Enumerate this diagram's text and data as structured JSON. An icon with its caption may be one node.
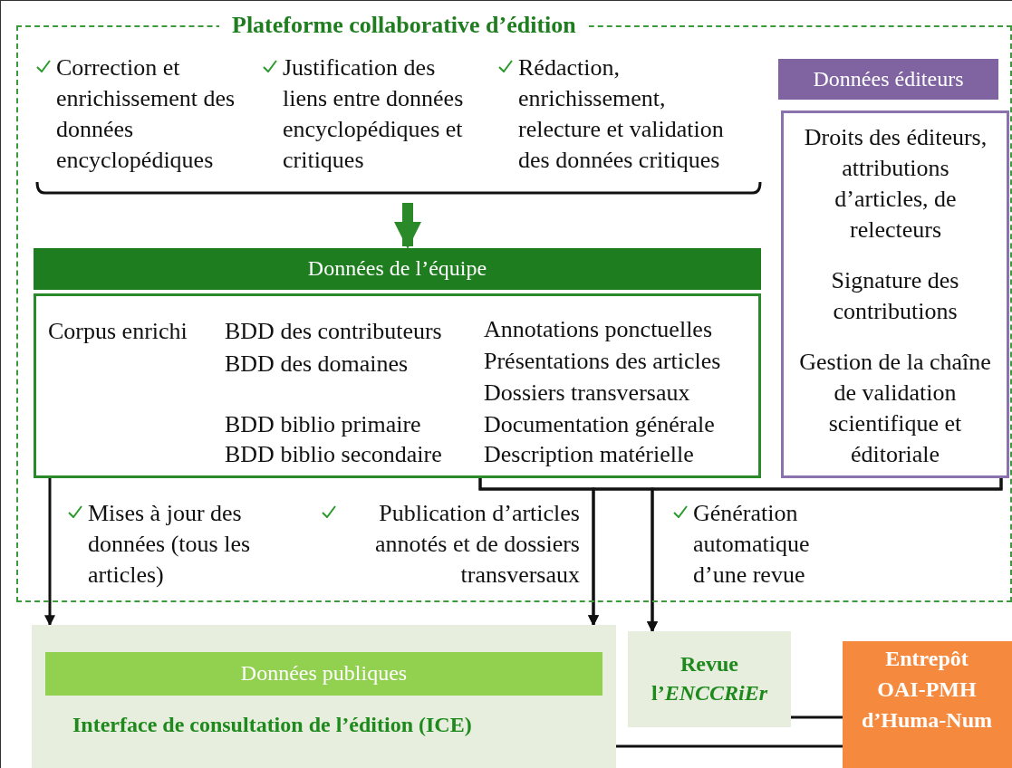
{
  "diagram": {
    "nodes": [
      {
        "text": [
          "Plateforme collaborative d’édition"
        ]
      },
      {
        "text": [
          "Données de l’équipe"
        ],
        "in": 0
      },
      {
        "text": [
          "Corpus enrichi",
          "BDD des contributeurs",
          "BDD des domaines",
          "BDD biblio primaire",
          "BDD biblio secondaire",
          "Annotations ponctuelles",
          "Présentations des articles",
          "Dossiers transversaux",
          "Documentation générale",
          "Description matérielle"
        ],
        "in": 0
      },
      {
        "text": [
          "Données éditeurs"
        ],
        "in": 0
      },
      {
        "text": [
          "Droits des éditeurs, attributions d’articles, de relecteurs",
          "Signature des contributions",
          "Gestion de la chaîne de validation scientifique et éditoriale"
        ],
        "in": 0
      },
      {
        "text": [
          "Interface de consultation de l’édition (ICE)"
        ]
      },
      {
        "text": [
          "Données publiques"
        ],
        "in": 5
      },
      {
        "text": [
          "Revue l’*ENCCRiEr*"
        ]
      },
      {
        "text": [
          "Entrepôt OAI-PMH d’Huma-Num"
        ]
      },
      {
        "text": [],
        "shape": "bracket",
        "in": 0
      }
    ],
    "edges": [
      {
        "from": 9,
        "to": 1,
        "arrow": "to",
        "style": "thick",
        "color": "#2a8a2a"
      },
      {
        "from": 2,
        "to": 5,
        "arrow": "to",
        "label": "Mises à jour des données (tous les articles)"
      },
      {
        "from": 2,
        "to": 5,
        "arrow": "to",
        "label": "Publication d’articles annotés et de dossiers transversaux"
      },
      {
        "from": 4,
        "to": 5,
        "arrow": "to"
      },
      {
        "from": 2,
        "to": 7,
        "arrow": "to",
        "label": "Génération automatique d’une revue"
      },
      {
        "from": 4,
        "to": 7,
        "arrow": "to"
      },
      {
        "from": 7,
        "to": 8,
        "arrow": "none"
      },
      {
        "from": 5,
        "to": 8,
        "arrow": "none"
      }
    ],
    "labels": [
      "Correction et enrichissement des données encyclopédiques",
      "Justification des liens entre données encyclopédiques et critiques",
      "Rédaction, enrichissement, relecture et validation des données critiques"
    ]
  }
}
